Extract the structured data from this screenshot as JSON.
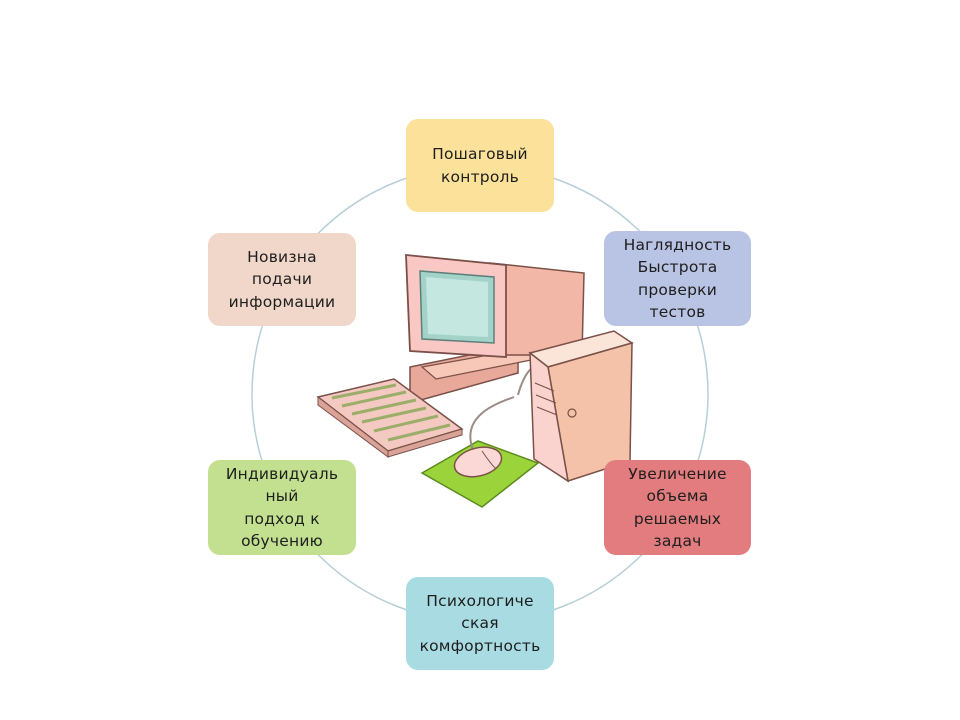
{
  "diagram": {
    "nodes": {
      "top": {
        "lines": [
          "Пошаговый",
          "контроль"
        ]
      },
      "right_top": {
        "lines": [
          "Наглядность",
          "Быстрота",
          "проверки",
          "тестов"
        ]
      },
      "right_bottom": {
        "lines": [
          "Увеличение",
          "объема",
          "решаемых",
          "задач"
        ]
      },
      "bottom": {
        "lines": [
          "Психологиче",
          "ская",
          "комфортность"
        ]
      },
      "left_bottom": {
        "lines": [
          "Индивидуаль",
          "ный",
          "подход к",
          "обучению"
        ]
      },
      "left_top": {
        "lines": [
          "Новизна",
          "подачи",
          "информации"
        ]
      }
    },
    "colors": {
      "top": "#fbe19a",
      "right_top": "#b9c3e3",
      "right_bottom": "#e27c7e",
      "bottom": "#a9dbe3",
      "left_bottom": "#c2e08f",
      "left_top": "#f0d7c9",
      "ring": "#b7cfd6"
    },
    "center_illustration": "computer-icon"
  }
}
